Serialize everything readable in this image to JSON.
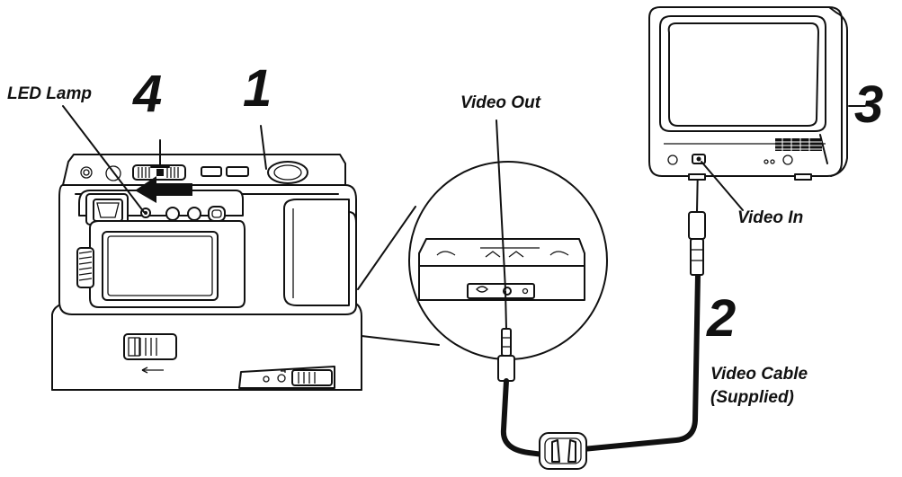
{
  "labels": {
    "led_lamp": "LED Lamp",
    "video_out": "Video Out",
    "video_in": "Video In",
    "video_cable_line1": "Video Cable",
    "video_cable_line2": "(Supplied)"
  },
  "callouts": {
    "n1": "1",
    "n2": "2",
    "n3": "3",
    "n4": "4"
  },
  "colors": {
    "ink": "#111111",
    "paper": "#ffffff"
  }
}
